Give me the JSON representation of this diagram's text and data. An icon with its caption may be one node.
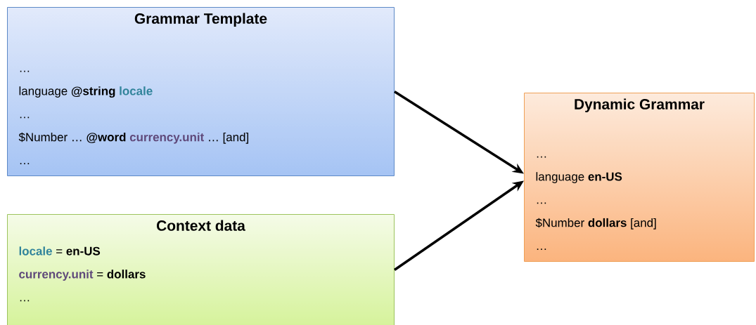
{
  "diagram": {
    "nodes": [
      {
        "text": [
          "Grammar Template",
          "…",
          "language **@string**",
          "locale",
          "…",
          "$Number … **@word**",
          "currency.unit",
          "… [and]",
          "…"
        ]
      },
      {
        "text": [
          "Context data",
          "locale",
          "= **en-US**",
          "currency.unit",
          "= **dollars**",
          "…"
        ]
      },
      {
        "text": [
          "Dynamic Grammar",
          "…",
          "language **en-US**",
          "…",
          "$Number **dollars** [and]",
          "…"
        ]
      }
    ],
    "edges": [
      {
        "from": 0,
        "to": 2,
        "arrow": "to"
      },
      {
        "from": 1,
        "to": 2,
        "arrow": "to"
      }
    ]
  }
}
